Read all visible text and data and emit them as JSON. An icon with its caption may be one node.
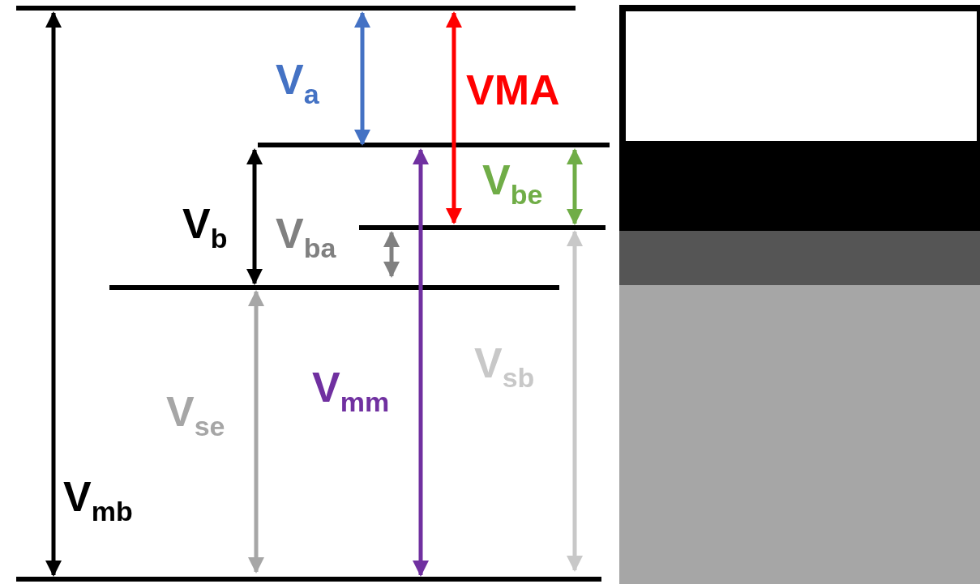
{
  "diagram": {
    "labels": [
      "V$_{a}$",
      "VMA",
      "V$_{b}$",
      "V$_{be}$",
      "V$_{ba}$",
      "V$_{mm}$",
      "V$_{sb}$",
      "V$_{se}$",
      "V$_{mb}$"
    ]
  }
}
